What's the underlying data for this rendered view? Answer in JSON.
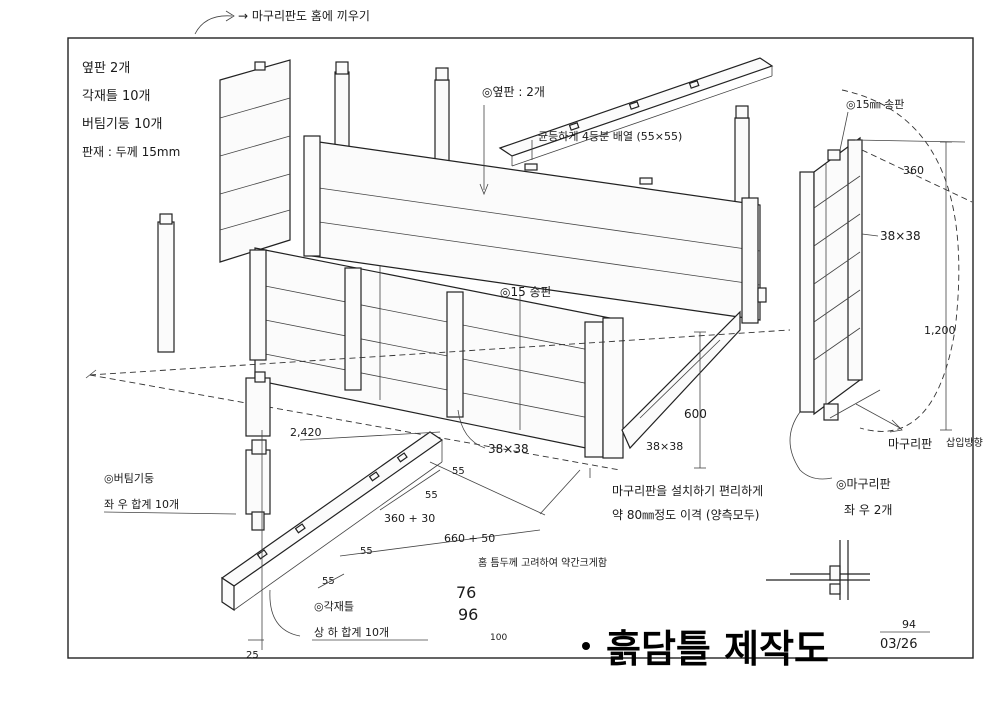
{
  "top_note": "→ 마구리판도 홈에 끼우기",
  "parts_list": [
    "옆판 2개",
    "각재틀 10개",
    "버팀기둥 10개",
    "판재 : 두께 15mm"
  ],
  "labels": {
    "side_panel": "◎옆판 : 2개",
    "slots": "균등하게 4등분 배열 (55×55)",
    "plate_15": "◎15 송판",
    "plate_15mm": "◎15㎜ 송판",
    "post_dim_right": "38×38",
    "post_dim_front": "38×38",
    "post_dim_center": "38×38",
    "dim_360": "360",
    "dim_1200": "1,200",
    "dim_600": "600",
    "dim_2420": "2,420",
    "dim_55a": "55",
    "dim_55b": "55",
    "dim_55c": "55",
    "dim_55d": "55",
    "dim_360_30": "360 + 30",
    "dim_660_50": "660 + 50",
    "dim_25": "25",
    "note_groove": "마구리판을 설치하기 편리하게",
    "note_80": "약 80㎜정도 이격 (양측모두)",
    "note_slot": "홈 틈두께 고려하여 약간크게함",
    "end_panel": "◎마구리판",
    "end_panel_count": "좌 우 2개",
    "support_post": "◎버팀기둥",
    "support_post_count": "좌 우 합계 10개",
    "frame": "◎각재틀",
    "frame_count": "상 하 합계 10개",
    "side_note": "마구리판",
    "side_note2": "삽입방향",
    "pencil_a": "76",
    "pencil_b": "96",
    "pencil_c": "100"
  },
  "title": "흙담틀 제작도",
  "date_top": "94",
  "date_bottom": "03/26"
}
